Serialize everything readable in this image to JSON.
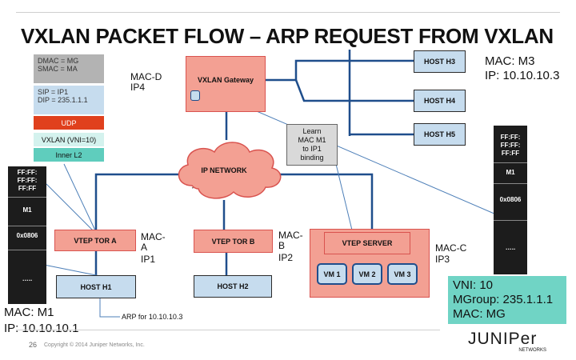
{
  "title": "VXLAN PACKET FLOW – ARP REQUEST FROM VXLAN",
  "packet_headers": [
    "DMAC = MG\nSMAC = MA",
    "SIP = IP1\nDIP = 235.1.1.1",
    "UDP",
    "VXLAN (VNI=10)",
    "Inner L2"
  ],
  "gateway": {
    "label": "VXLAN Gateway",
    "mac": "MAC-D",
    "ip": "IP4"
  },
  "hosts_top": [
    "HOST H3",
    "HOST H4",
    "HOST H5"
  ],
  "host_h3_info": {
    "mac": "MAC: M3",
    "ip": "IP: 10.10.10.3"
  },
  "learn_note": "Learn\nMAC M1\nto IP1\nbinding",
  "cloud_label": "IP NETWORK",
  "vtep_a": {
    "label": "VTEP TOR A",
    "mac": "MAC-\nA",
    "ip": "IP1"
  },
  "vtep_b": {
    "label": "VTEP TOR B",
    "mac": "MAC-\nB",
    "ip": "IP2"
  },
  "vtep_server": {
    "label": "VTEP SERVER",
    "mac": "MAC-C",
    "ip": "IP3"
  },
  "vms": [
    "VM 1",
    "VM 2",
    "VM 3"
  ],
  "host_h1": "HOST H1",
  "host_h2": "HOST H2",
  "host_h1_info": {
    "mac": "MAC: M1",
    "ip": "IP: 10.10.10.1"
  },
  "arp_label": "ARP for 10.10.10.3",
  "left_frame": {
    "bcast": "FF:FF:\nFF:FF:\nFF:FF",
    "src": "M1",
    "type": "0x0806",
    "dots": "….."
  },
  "right_frame": {
    "bcast": "FF:FF:\nFF:FF:\nFF:FF",
    "src": "M1",
    "type": "0x0806",
    "dots": "….."
  },
  "vni_box": {
    "vni": "VNI: 10",
    "mgroup": "MGroup: 235.1.1.1",
    "mac": "MAC: MG"
  },
  "footer": {
    "page": "26",
    "copyright": "Copyright © 2014 Juniper Networks, Inc."
  },
  "logo": {
    "word": "JUNIPer",
    "sub": "NETWORKS"
  },
  "colors": {
    "salmon": "#f3a093",
    "salmon_border": "#d9534f",
    "host_blue": "#c6dcee",
    "wire": "#1f4e8c",
    "vni_bg": "#70d4c5"
  }
}
